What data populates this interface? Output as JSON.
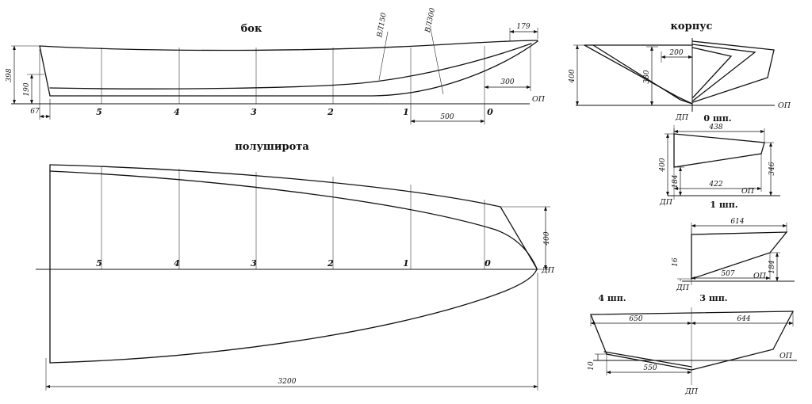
{
  "side_view": {
    "title": "бок",
    "baseline_label": "ОП",
    "stations": [
      "5",
      "4",
      "3",
      "2",
      "1",
      "0"
    ],
    "dim_179": "179",
    "dim_300": "300",
    "dim_500": "500",
    "dim_67": "67",
    "dim_398": "398",
    "dim_190": "190",
    "waterline_1": "ВЛ150",
    "waterline_2": "ВЛ300"
  },
  "half_breadth": {
    "title": "полуширота",
    "centerline_label": "ДП",
    "stations": [
      "5",
      "4",
      "3",
      "2",
      "1",
      "0"
    ],
    "dim_400": "400",
    "dim_3200": "3200"
  },
  "body_plan": {
    "title": "корпус",
    "baseline_label": "ОП",
    "centerline_label": "ДП",
    "dim_400": "400",
    "dim_380": "380",
    "dim_200": "200"
  },
  "section_0": {
    "title": "0 шп.",
    "dim_top": "438",
    "dim_left": "400",
    "dim_keel": "184",
    "dim_bottom": "422",
    "dim_right": "346",
    "baseline_label": "ОП",
    "centerline_label": "ДП"
  },
  "section_1": {
    "title": "1 шп.",
    "dim_top": "614",
    "dim_left": "16",
    "dim_right": "184",
    "dim_bottom": "507",
    "baseline_label": "ОП",
    "centerline_label": "ДП"
  },
  "section_4_3": {
    "title_left": "4 шп.",
    "title_right": "3 шп.",
    "dim_top_left": "650",
    "dim_top_right": "644",
    "dim_bottom": "550",
    "dim_left": "10",
    "baseline_label": "ОП",
    "centerline_label": "ДП"
  }
}
